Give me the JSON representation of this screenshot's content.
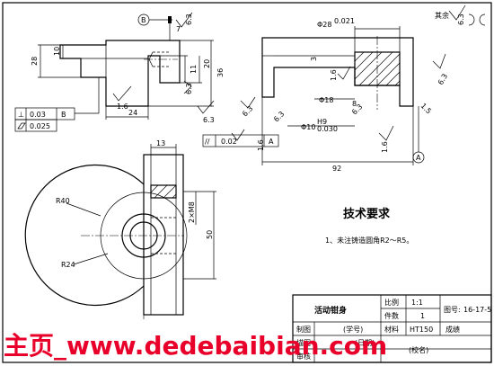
{
  "drawing": {
    "labels": {
      "datum_b": "B",
      "datum_a": "A",
      "roughness_rest": "其余",
      "tol_perp_symbol": "⊥",
      "tol_perp_value": "0.03",
      "tol_perp_datum": "B",
      "tol_flat_value": "0.025",
      "tol_par_symbol": "//",
      "tol_par_value": "0.02",
      "tol_par_datum": "A"
    },
    "front_view": {
      "dims": [
        "28",
        "10",
        "7",
        "11",
        "20",
        "36",
        "24",
        "1.6",
        "6.3",
        "6.3",
        "6.3"
      ]
    },
    "section_view": {
      "dims": [
        "Φ28",
        "3",
        "1.6",
        "Φ18",
        "8",
        "Φ10",
        "6.3",
        "6.3",
        "6.3",
        "1.5",
        "6.3",
        "92",
        "1.6",
        "1.6",
        "6.3"
      ],
      "phi28_sub": "0.021",
      "phi10_sup": "H9",
      "phi10_sub": "0.030"
    },
    "top_view": {
      "dims": [
        "13",
        "R40",
        "R24",
        "2×M8",
        "50"
      ]
    },
    "notes": {
      "heading": "技术要求",
      "items": [
        "1、未注铸造圆角R2～R5。"
      ]
    },
    "title_block": {
      "part_name": "活动钳身",
      "scale_label": "比例",
      "scale_value": "1:1",
      "qty_label": "件数",
      "qty_value": "1",
      "drawing_no_label": "图号:",
      "drawing_no_value": "16-17-5",
      "designer_label": "制图",
      "student_no_label": "(学号)",
      "material_label": "材料",
      "material_value": "HT150",
      "grade_label": "成绩",
      "drafter_label": "描图",
      "checker_label": "审核",
      "date_label": "(日期)",
      "school_label": "(校名)"
    }
  },
  "watermark": {
    "text": "主页_www.dedebaibian.com"
  }
}
